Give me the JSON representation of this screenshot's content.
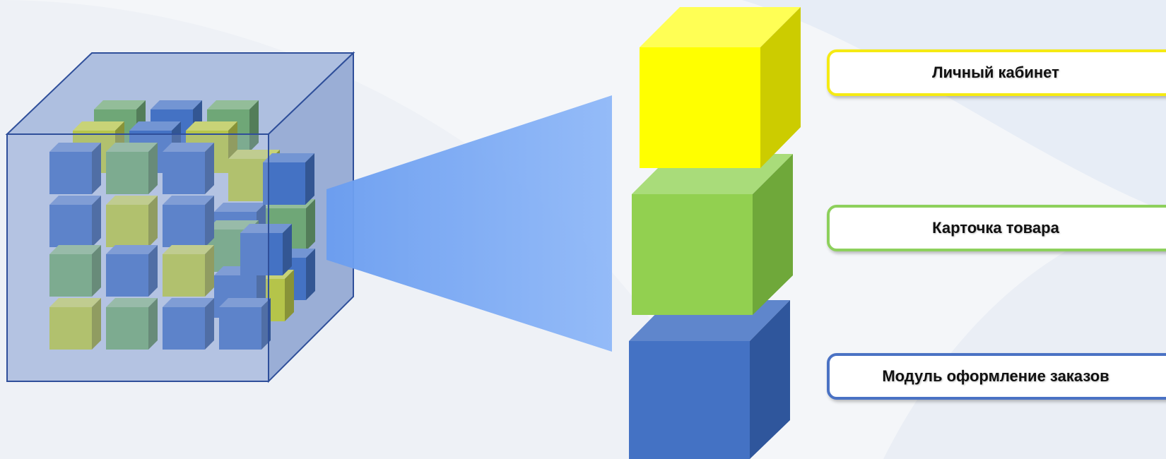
{
  "labels": [
    {
      "text": "Личный кабинет",
      "color": "#f5ea14",
      "module": "yellow"
    },
    {
      "text": "Карточка товара",
      "color": "#8dd05c",
      "module": "green"
    },
    {
      "text": "Модуль оформление заказов",
      "color": "#4a72c4",
      "module": "blue"
    }
  ],
  "colors": {
    "yellow": "#ffff00",
    "green": "#92d050",
    "blue": "#4472c4",
    "olive_small": "#b5c44a",
    "sage_small": "#6fa777",
    "beam": "#7eacf6",
    "container_front": "#a6b9dd",
    "container_edge": "#2f4f9a"
  }
}
